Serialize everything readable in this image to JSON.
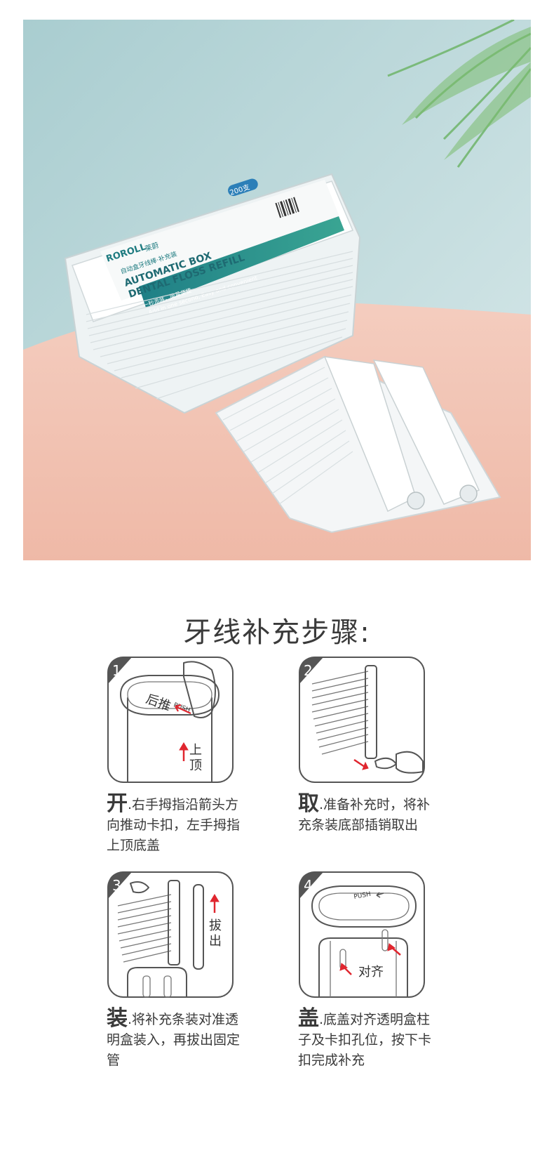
{
  "product": {
    "brand": "ROROLL",
    "brand_cn": "莱蔚",
    "cn_subtitle": "自动盒牙线棒·补充装",
    "en_line1": "AUTOMATIC BOX",
    "en_line2": "DENTAL FLOSS REFILL",
    "tagline_cn": "一秒添装，简易便捷",
    "tagline_en": "Add in one second, Easy and convenient",
    "count_badge": "200支"
  },
  "section": {
    "title": "牙线补充步骤:"
  },
  "steps": [
    {
      "number": "1",
      "lead": "开",
      "text": ".右手拇指沿箭头方向推动卡扣，左手拇指上顶底盖",
      "labels": {
        "push_back": "后推",
        "push": "PUSH",
        "top_1": "上",
        "top_2": "顶"
      }
    },
    {
      "number": "2",
      "lead": "取",
      "text": ".准备补充时，将补充条装底部插销取出",
      "labels": {}
    },
    {
      "number": "3",
      "lead": "装",
      "text": ".将补充条装对准透明盒装入，再拔出固定管",
      "labels": {
        "pull_1": "拔",
        "pull_2": "出"
      }
    },
    {
      "number": "4",
      "lead": "盖",
      "text": ".底盖对齐透明盒柱子及卡扣孔位，按下卡扣完成补充",
      "labels": {
        "push": "PUSH",
        "align": "对齐"
      }
    }
  ],
  "colors": {
    "accent_teal": "#2a8f8a",
    "arrow_red": "#e0262f",
    "bg_wall": "#b9d6d8",
    "bg_table": "#f2c2b0"
  }
}
